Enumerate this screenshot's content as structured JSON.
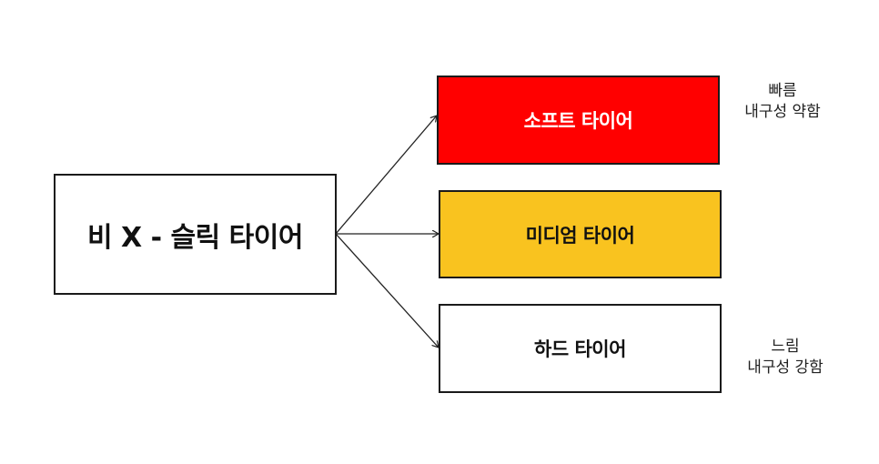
{
  "diagram": {
    "root": {
      "label": "비 X - 슬릭 타이어",
      "bg_color": "#ffffff",
      "text_color": "#111111"
    },
    "children": [
      {
        "label": "소프트 타이어",
        "bg_color": "#ff0000",
        "text_color": "#ffffff",
        "note_line1": "빠름",
        "note_line2": "내구성 약함"
      },
      {
        "label": "미디엄 타이어",
        "bg_color": "#f9c31f",
        "text_color": "#111111"
      },
      {
        "label": "하드 타이어",
        "bg_color": "#ffffff",
        "text_color": "#111111",
        "note_line1": "느림",
        "note_line2": "내구성 강함"
      }
    ],
    "arrow_color": "#222222",
    "border_color": "#1a1a1a"
  }
}
